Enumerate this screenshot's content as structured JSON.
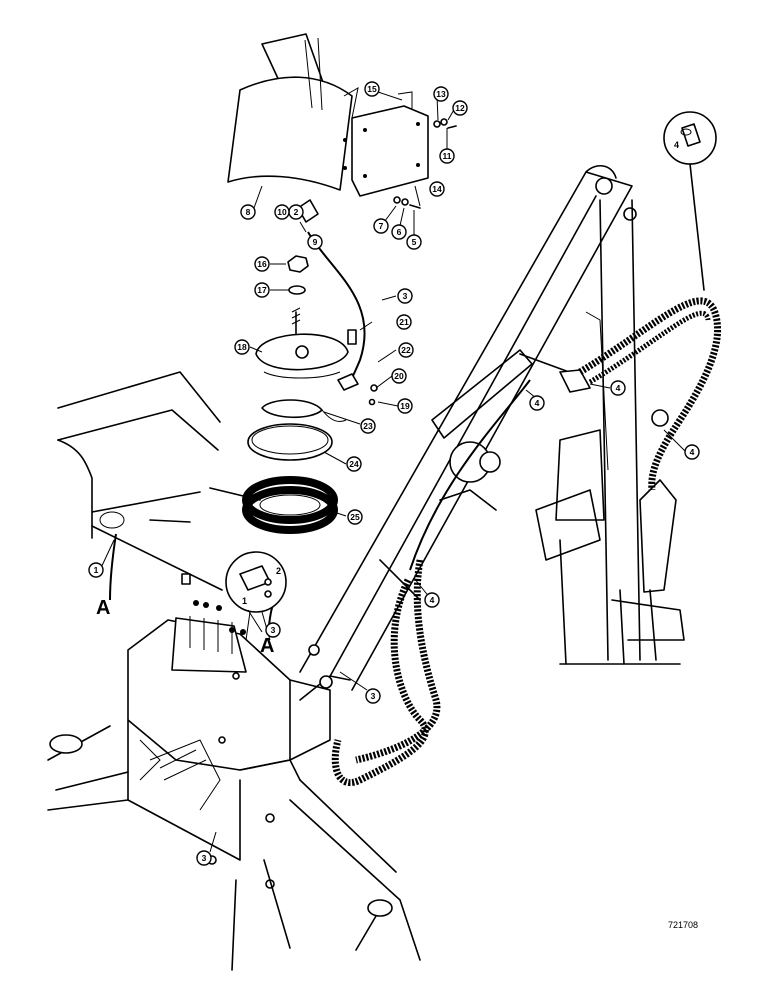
{
  "figure": {
    "reference_number": "721708",
    "section_letter": "A"
  },
  "callouts": [
    {
      "label": "1"
    },
    {
      "label": "2"
    },
    {
      "label": "3"
    },
    {
      "label": "3"
    },
    {
      "label": "3"
    },
    {
      "label": "3"
    },
    {
      "label": "4"
    },
    {
      "label": "4"
    },
    {
      "label": "4"
    },
    {
      "label": "4"
    },
    {
      "label": "4"
    },
    {
      "label": "5"
    },
    {
      "label": "6"
    },
    {
      "label": "7"
    },
    {
      "label": "8"
    },
    {
      "label": "9"
    },
    {
      "label": "10"
    },
    {
      "label": "11"
    },
    {
      "label": "12"
    },
    {
      "label": "13"
    },
    {
      "label": "14"
    },
    {
      "label": "15"
    },
    {
      "label": "16"
    },
    {
      "label": "17"
    },
    {
      "label": "18"
    },
    {
      "label": "19"
    },
    {
      "label": "20"
    },
    {
      "label": "21"
    },
    {
      "label": "22"
    },
    {
      "label": "23"
    },
    {
      "label": "24"
    },
    {
      "label": "25"
    }
  ],
  "inset_switch": {
    "labels": [
      "1",
      "2"
    ]
  },
  "inset_detail": {
    "label": "4"
  }
}
